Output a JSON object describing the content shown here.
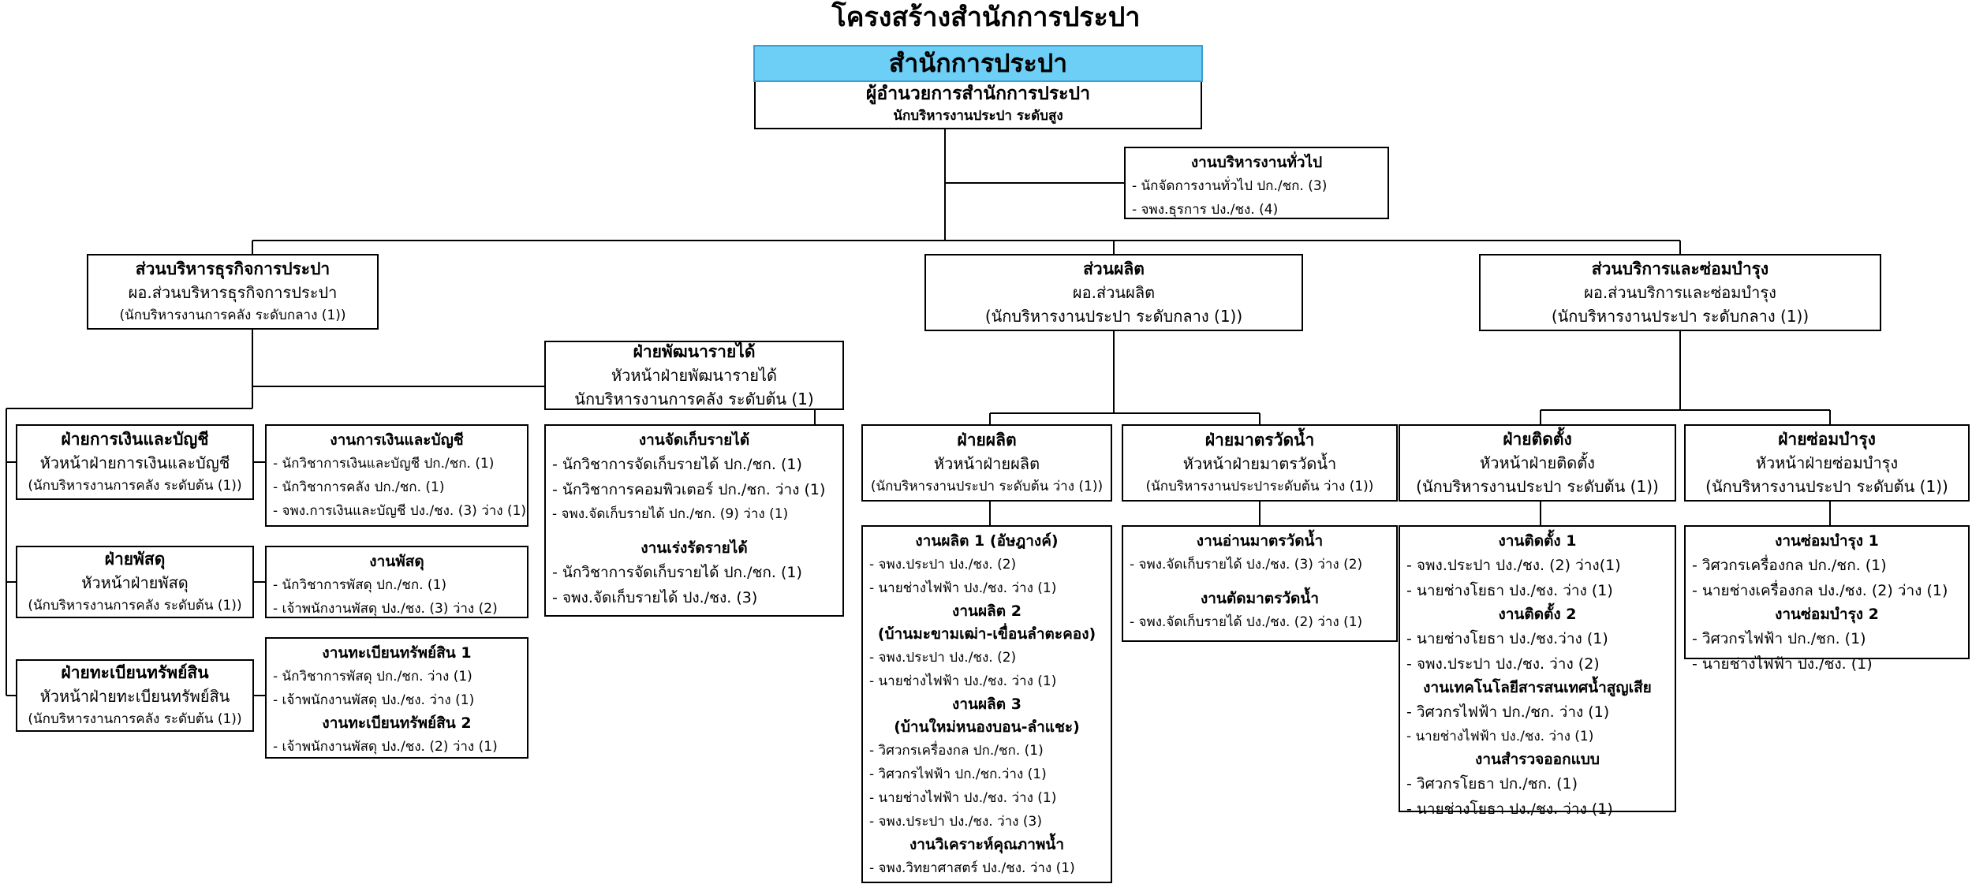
{
  "title": "โครงสร้างสำนักการประปา",
  "office": {
    "name": "สำนักการประปา",
    "director": "ผู้อำนวยการสำนักการประปา",
    "director_rank": "นักบริหารงานประปา ระดับสูง"
  },
  "general_admin": {
    "title": "งานบริหารงานทั่วไป",
    "items": [
      "- นักจัดการงานทั่วไป ปก./ชก.  (3)",
      "- จพง.ธุรการ ปง./ชง. (4)"
    ]
  },
  "divisions": {
    "business": {
      "title": "ส่วนบริหารธุรกิจการประปา",
      "head": "ผอ.ส่วนบริหารธุรกิจการประปา",
      "rank": "(นักบริหารงานการคลัง ระดับกลาง (1))"
    },
    "production": {
      "title": "ส่วนผลิต",
      "head": "ผอ.ส่วนผลิต",
      "rank": "(นักบริหารงานประปา ระดับกลาง (1))"
    },
    "service": {
      "title": "ส่วนบริการและซ่อมบำรุง",
      "head": "ผอ.ส่วนบริการและซ่อมบำรุง",
      "rank": "(นักบริหารงานประปา ระดับกลาง (1))"
    }
  },
  "sections": {
    "revenue": {
      "title": "ฝ่ายพัฒนารายได้",
      "head": "หัวหน้าฝ่ายพัฒนารายได้",
      "rank": "นักบริหารงานการคลัง ระดับต้น (1)"
    },
    "finance": {
      "title": "ฝ่ายการเงินและบัญชี",
      "head": "หัวหน้าฝ่ายการเงินและบัญชี",
      "rank": "(นักบริหารงานการคลัง ระดับต้น (1))"
    },
    "supplies": {
      "title": "ฝ่ายพัสดุ",
      "head": "หัวหน้าฝ่ายพัสดุ",
      "rank": "(นักบริหารงานการคลัง ระดับต้น (1))"
    },
    "assets": {
      "title": "ฝ่ายทะเบียนทรัพย์สิน",
      "head": "หัวหน้าฝ่ายทะเบียนทรัพย์สิน",
      "rank": "(นักบริหารงานการคลัง ระดับต้น (1))"
    },
    "prod": {
      "title": "ฝ่ายผลิต",
      "head": "หัวหน้าฝ่ายผลิต",
      "rank": "(นักบริหารงานประปา ระดับต้น ว่าง (1))"
    },
    "meter": {
      "title": "ฝ่ายมาตรวัดน้ำ",
      "head": "หัวหน้าฝ่ายมาตรวัดน้ำ",
      "rank": "(นักบริหารงานประปาระดับต้น ว่าง (1))"
    },
    "install": {
      "title": "ฝ่ายติดตั้ง",
      "head": "หัวหน้าฝ่ายติดตั้ง",
      "rank": "(นักบริหารงานประปา ระดับต้น  (1))"
    },
    "repair": {
      "title": "ฝ่ายซ่อมบำรุง",
      "head": "หัวหน้าฝ่ายซ่อมบำรุง",
      "rank": "(นักบริหารงานประปา ระดับต้น  (1))"
    }
  },
  "units": {
    "finance": {
      "h1": "งานการเงินและบัญชี",
      "items": [
        "- นักวิชาการเงินและบัญชี ปก./ชก. (1)",
        "- นักวิชาการคลัง ปก./ชก. (1)",
        "- จพง.การเงินและบัญชี ปง./ชง. (3) ว่าง (1)"
      ]
    },
    "supplies": {
      "h1": "งานพัสดุ",
      "items": [
        "- นักวิชาการพัสดุ ปก./ชก. (1)",
        "- เจ้าพนักงานพัสดุ ปง./ชง. (3) ว่าง (2)"
      ]
    },
    "assets": {
      "h1": "งานทะเบียนทรัพย์สิน 1",
      "items1": [
        "- นักวิชาการพัสดุ ปก./ชก. ว่าง (1)",
        "- เจ้าพนักงานพัสดุ ปง./ชง. ว่าง (1)"
      ],
      "h2": "งานทะเบียนทรัพย์สิน 2",
      "items2": [
        "- เจ้าพนักงานพัสดุ ปง./ชง. (2) ว่าง (1)"
      ]
    },
    "revenue": {
      "h1": "งานจัดเก็บรายได้",
      "items1": [
        "- นักวิชาการจัดเก็บรายได้ ปก./ชก. (1)",
        "- นักวิชาการคอมพิวเตอร์ ปก./ชก. ว่าง (1)",
        "- จพง.จัดเก็บรายได้ ปก./ชก. (9) ว่าง (1)"
      ],
      "h2": "งานเร่งรัดรายได้",
      "items2": [
        "- นักวิชาการจัดเก็บรายได้ ปก./ชก. (1)",
        "- จพง.จัดเก็บรายได้ ปง./ชง. (3)"
      ]
    },
    "prod": {
      "h1": "งานผลิต 1 (อัษฎางค์)",
      "items1": [
        "- จพง.ประปา ปง./ชง. (2)",
        "- นายช่างไฟฟ้า ปง./ชง. ว่าง (1)"
      ],
      "h2a": "งานผลิต 2",
      "h2b": "(บ้านมะขามเฒ่า-เขื่อนลำตะคอง)",
      "items2": [
        "- จพง.ประปา ปง./ชง. (2)",
        "- นายช่างไฟฟ้า ปง./ชง. ว่าง (1)"
      ],
      "h3a": "งานผลิต 3",
      "h3b": "(บ้านใหม่หนองบอน-ลำแชะ)",
      "items3": [
        "- วิศวกรเครื่องกล ปก./ชก. (1)",
        "- วิศวกรไฟฟ้า ปก./ชก.ว่าง (1)",
        "- นายช่างไฟฟ้า ปง./ชง. ว่าง (1)",
        "- จพง.ประปา ปง./ชง. ว่าง (3)"
      ],
      "h4": "งานวิเคราะห์คุณภาพน้ำ",
      "items4": [
        "- จพง.วิทยาศาสตร์ ปง./ชง. ว่าง (1)"
      ]
    },
    "meter": {
      "h1": "งานอ่านมาตรวัดน้ำ",
      "items1": [
        "- จพง.จัดเก็บรายได้ ปง./ชง. (3) ว่าง (2)"
      ],
      "h2": "งานตัดมาตรวัดน้ำ",
      "items2": [
        "- จพง.จัดเก็บรายได้ ปง./ชง. (2) ว่าง (1)"
      ]
    },
    "install": {
      "h1": "งานติดตั้ง 1",
      "items1": [
        "- จพง.ประปา ปง./ชง. (2) ว่าง(1)",
        "- นายช่างโยธา ปง./ชง. ว่าง (1)"
      ],
      "h2": "งานติดตั้ง 2",
      "items2": [
        "- นายช่างโยธา ปง./ชง.ว่าง (1)",
        "- จพง.ประปา ปง./ชง. ว่าง (2)"
      ],
      "h3": "งานเทคโนโลยีสารสนเทศน้ำสูญเสีย",
      "items3": [
        "- วิศวกรไฟฟ้า ปก./ชก. ว่าง (1)",
        "- นายช่างไฟฟ้า ปง./ชง. ว่าง (1)"
      ],
      "h4": "งานสำรวจออกแบบ",
      "items4": [
        "- วิศวกรโยธา ปก./ชก. (1)",
        "- นายช่างโยธา ปง./ชง. ว่าง (1)"
      ]
    },
    "repair": {
      "h1": "งานซ่อมบำรุง 1",
      "items1": [
        "- วิศวกรเครื่องกล ปก./ชก. (1)",
        "- นายช่างเครื่องกล ปง./ชง. (2) ว่าง (1)"
      ],
      "h2": "งานซ่อมบำรุง 2",
      "items2": [
        "- วิศวกรไฟฟ้า ปก./ชก. (1)",
        "- นายช่างไฟฟ้า ปง./ชง. (1)"
      ]
    }
  }
}
